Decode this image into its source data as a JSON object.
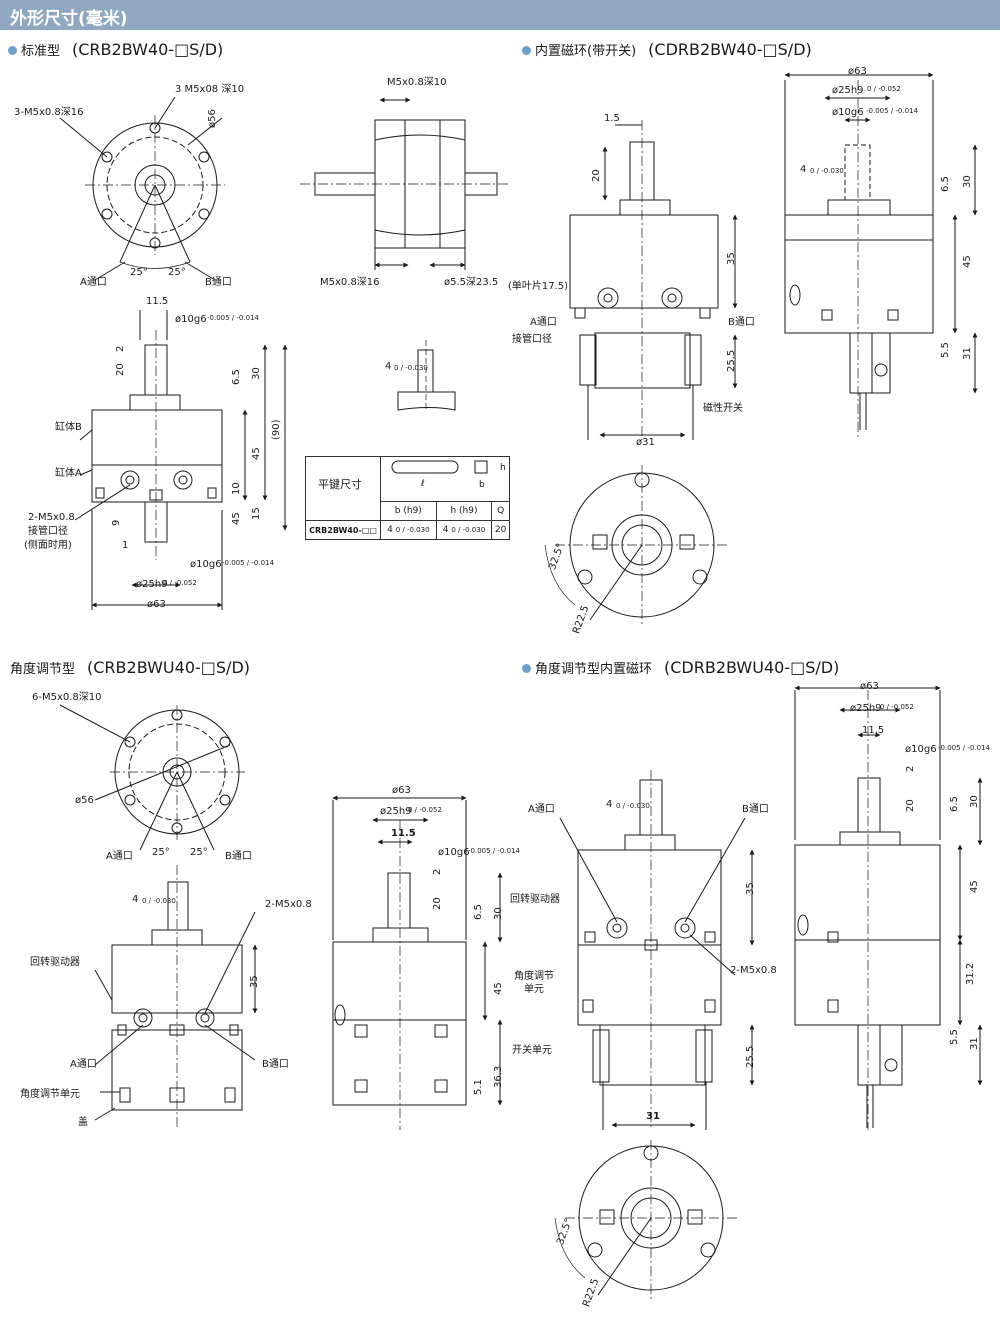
{
  "header": {
    "title": "外形尺寸(毫米)"
  },
  "sections": {
    "standard": {
      "label": "标准型",
      "code": "(CRB2BW40-□S/D)"
    },
    "magnet": {
      "label": "内置磁环(带开关)",
      "code": "(CDRB2BW40-□S/D)"
    },
    "angle": {
      "label": "角度调节型",
      "code": "(CRB2BWU40-□S/D)"
    },
    "angle_magnet": {
      "label": "角度调节型内置磁环",
      "code": "(CDRB2BWU40-□S/D)"
    }
  },
  "labels": {
    "m5_3": "3-M5x0.8深16",
    "m5_top": "3 M5x08 深10",
    "d56": "ø56",
    "port_a": "A通口",
    "port_b": "B通口",
    "deg25": "25°",
    "m5_side_top": "M5x0.8深10",
    "m5_side_bottom": "M5x0.8深16",
    "d55": "ø5.5深23.5",
    "d11_5": "11.5",
    "d10g6": "ø10g6",
    "tol_10g6": "-0.005 / -0.014",
    "d2": "2",
    "d20": "20",
    "d6_5": "6.5",
    "d30": "30",
    "d90": "(90)",
    "d45": "45",
    "d10": "10",
    "d15": "15",
    "d9": "9",
    "d1": "1",
    "cyl_b": "缸体B",
    "cyl_a": "缸体A",
    "m5_2": "2-M5x0.8",
    "pipe_port": "接管口径",
    "side_use": "(侧面时用)",
    "d25h9": "ø25h9",
    "tol_25h9": "0 / -0.052",
    "d63": "ø63",
    "key_4": "4",
    "tol_key": "0 / -0.030",
    "d1_5": "1.5",
    "d35": "35",
    "single_vane": "(单叶片17.5)",
    "d25_5": "25.5",
    "d31": "ø31",
    "mag_switch": "磁性开关",
    "d5_5": "5.5",
    "d31b": "31",
    "d32_5": "32.5°",
    "r22_5": "R22.5",
    "m5_6": "6-M5x0.8深10",
    "rot_driver": "回转驱动器",
    "angle_unit": "角度调节单元",
    "cover": "盖",
    "d36_3": "36.3",
    "d5_1": "5.1",
    "d31_2": "31.2",
    "switch_unit": "开关单元",
    "d11_5b": "11.5",
    "d31c": "31",
    "angle_unit_2l1": "角度调节",
    "angle_unit_2l2": "单元"
  },
  "key_table": {
    "title": "平键尺寸",
    "sym_l": "ℓ",
    "sym_h": "h",
    "sym_b": "b",
    "headers": [
      "b (h9)",
      "h (h9)",
      "Q"
    ],
    "row_label": "CRB2BW40-□□",
    "values": [
      "4",
      "4",
      "20"
    ],
    "tol": "0 / -0.030"
  },
  "colors": {
    "banner": "#8fa7bf",
    "bullet": "#6f9fc6",
    "line": "#1a1a1a"
  }
}
